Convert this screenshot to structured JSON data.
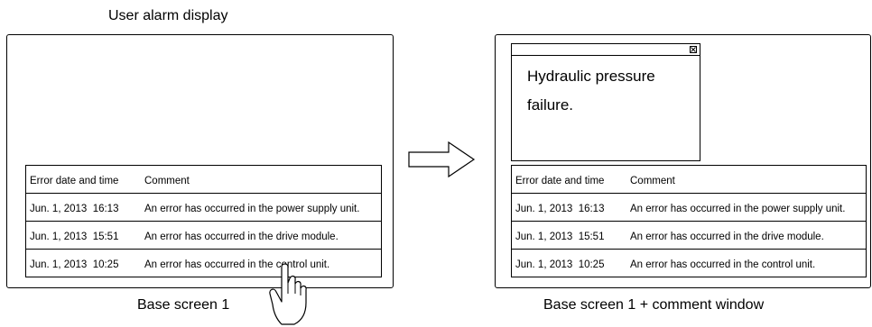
{
  "captions": {
    "top": "User alarm display",
    "left": "Base screen 1",
    "right": "Base screen 1 + comment window"
  },
  "alarm_table": {
    "headers": [
      "Error date and time",
      "Comment"
    ],
    "rows": [
      {
        "date": "Jun. 1, 2013  16:13",
        "comment": "An error has occurred in the power supply unit."
      },
      {
        "date": "Jun. 1, 2013  15:51",
        "comment": "An error has occurred in the drive module."
      },
      {
        "date": "Jun. 1, 2013  10:25",
        "comment": "An error has occurred in the control unit."
      }
    ]
  },
  "comment_window": {
    "line1": "Hydraulic pressure",
    "line2": "failure.",
    "close_glyph": "×"
  },
  "icons": {
    "arrow": "right-arrow-icon",
    "hand": "pointing-hand-icon",
    "close": "close-icon"
  }
}
